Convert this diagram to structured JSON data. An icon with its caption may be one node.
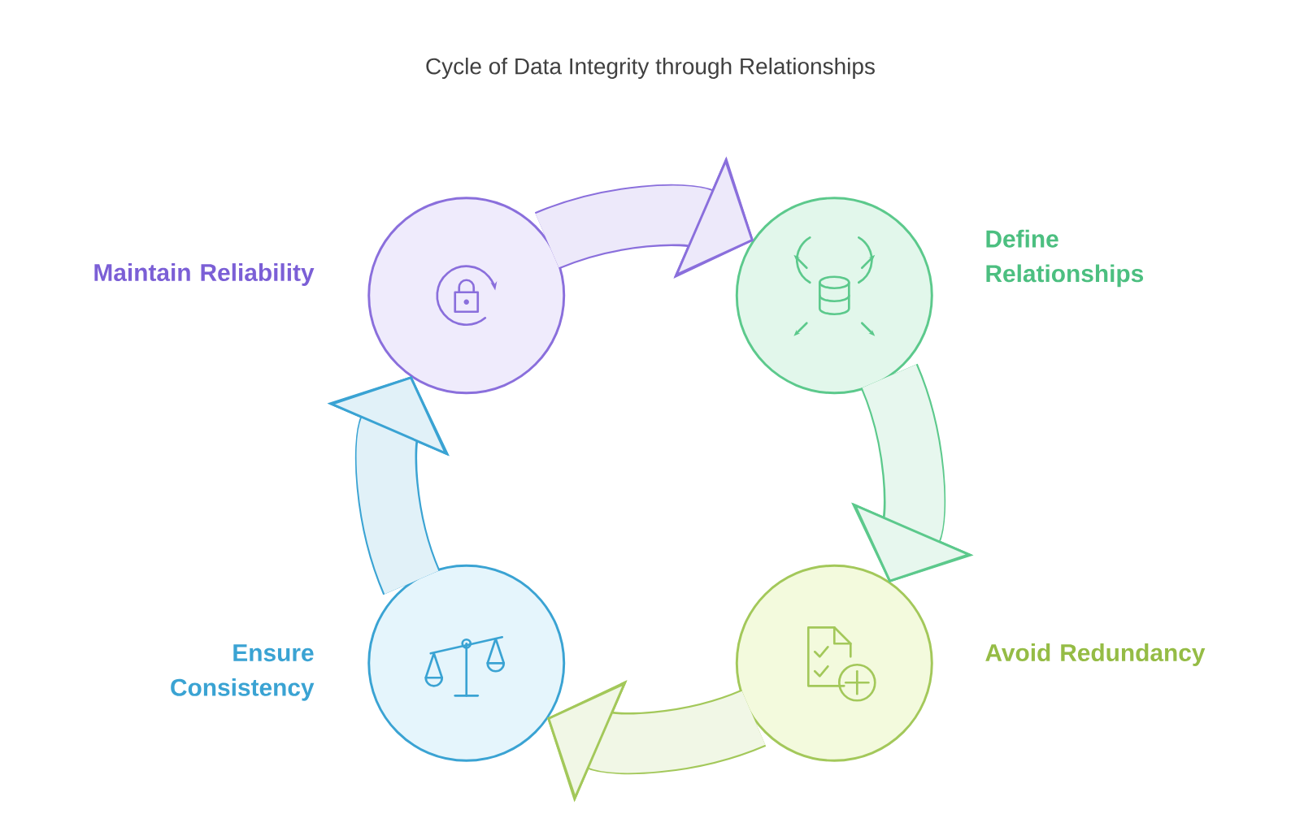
{
  "diagram": {
    "title": "Cycle of Data Integrity through Relationships",
    "nodes": [
      {
        "text": [
          "Maintain Reliability"
        ]
      },
      {
        "text": [
          "Define Relationships"
        ]
      },
      {
        "text": [
          "Avoid Redundancy"
        ]
      },
      {
        "text": [
          "Ensure Consistency"
        ]
      }
    ],
    "edges": [
      {
        "from": 0,
        "to": 1,
        "arrow": "to",
        "color": "#8a6fdc"
      },
      {
        "from": 1,
        "to": 2,
        "arrow": "to",
        "color": "#5cc98c"
      },
      {
        "from": 2,
        "to": 3,
        "arrow": "to",
        "color": "#a3c85a"
      },
      {
        "from": 3,
        "to": 0,
        "arrow": "to",
        "color": "#3aa3d3"
      }
    ]
  }
}
